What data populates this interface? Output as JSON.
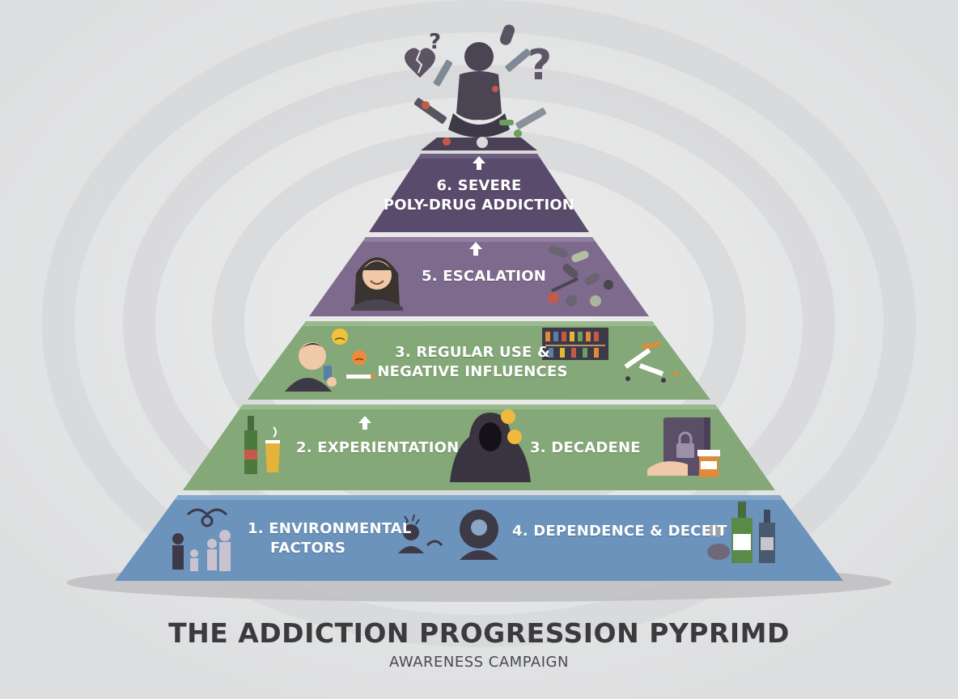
{
  "colors": {
    "background": "#e7e7e8",
    "tier_blue": "#6b93bc",
    "tier_green": "#84a878",
    "tier_purple": "#7d6a8c",
    "tier_dark_purple": "#594b6c",
    "apex": "#4a4157",
    "text_light": "#ffffff",
    "title_text": "#3b3b3d"
  },
  "pyramid": {
    "tier6": {
      "line1": "6. SEVERE",
      "line2": "POLY-DRUG ADDICTION"
    },
    "tier5": {
      "label": "5. ESCALATION"
    },
    "tier4": {
      "line1": "3. REGULAR USE &",
      "line2": "NEGATIVE INFLUENCES"
    },
    "tier3": {
      "left": "2. EXPERIENTATION",
      "right": "3. DECADENE"
    },
    "tier1": {
      "left_line1": "1.   ENVIRONMENTAL",
      "left_line2": "FACTORS",
      "right": "4. DEPENDENCE & DECEIT"
    }
  },
  "icons": [
    "arrow-up-icon",
    "person-figure-icon",
    "question-mark-icon",
    "broken-heart-icon",
    "syringe-icon",
    "pill-icon",
    "smiling-woman-icon",
    "pills-cluster-icon",
    "man-with-phone-icon",
    "angry-emoji-icon",
    "cigarette-icon",
    "liquor-shelf-icon",
    "beer-bottle-icon",
    "beer-glass-icon",
    "hooded-figure-icon",
    "locked-book-icon",
    "pill-bottle-icon",
    "family-group-icon",
    "stressed-man-icon",
    "head-silhouette-icon",
    "wine-bottle-icon"
  ],
  "footer": {
    "title": "THE ADDICTION PROGRESSION PYPRIMD",
    "subtitle": "AWARENESS CAMPAIGN"
  }
}
